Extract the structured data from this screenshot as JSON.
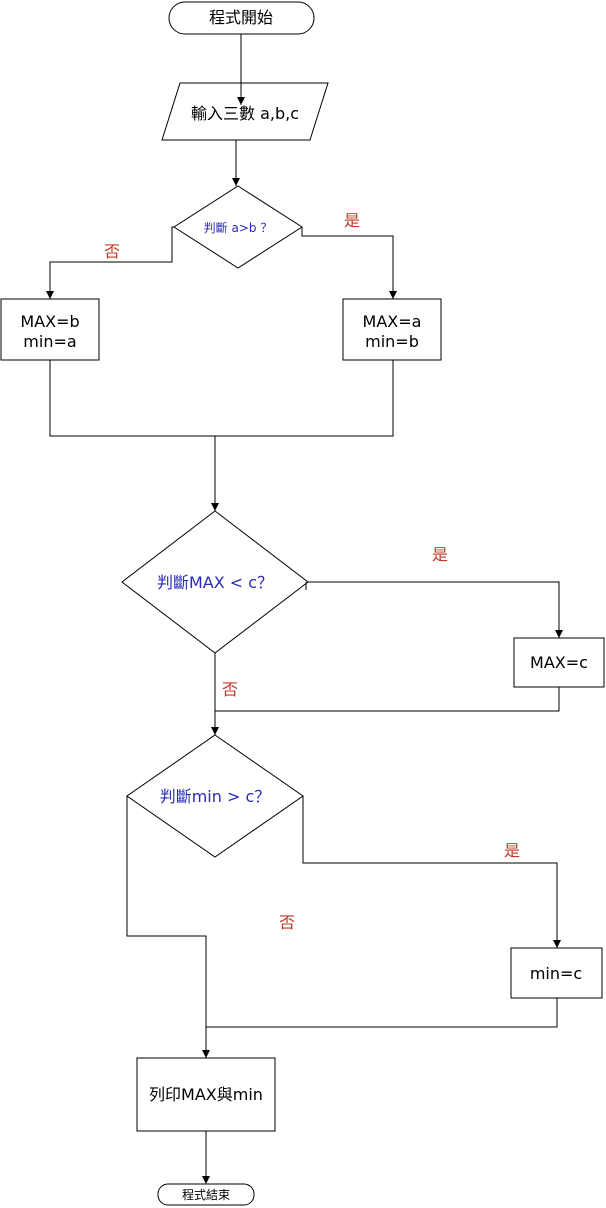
{
  "start": "程式開始",
  "input": "輸入三數  a,b,c",
  "decision1": "判斷  a>b ？",
  "yes1": "是",
  "no1": "否",
  "left1_line1": "MAX=b",
  "left1_line2": "min=a",
  "right1_line1": "MAX=a",
  "right1_line2": "min=b",
  "decision2": "判斷MAX < c？",
  "yes2": "是",
  "no2": "否",
  "maxc": "MAX=c",
  "decision3": "判斷min > c？",
  "yes3": "是",
  "no3": "否",
  "minc": "min=c",
  "print": "列印MAX與min",
  "end": "程式結束",
  "colors": {
    "decision_text": "#2a2ab8",
    "branch_label": "#c0392b",
    "stroke": "#000000"
  }
}
